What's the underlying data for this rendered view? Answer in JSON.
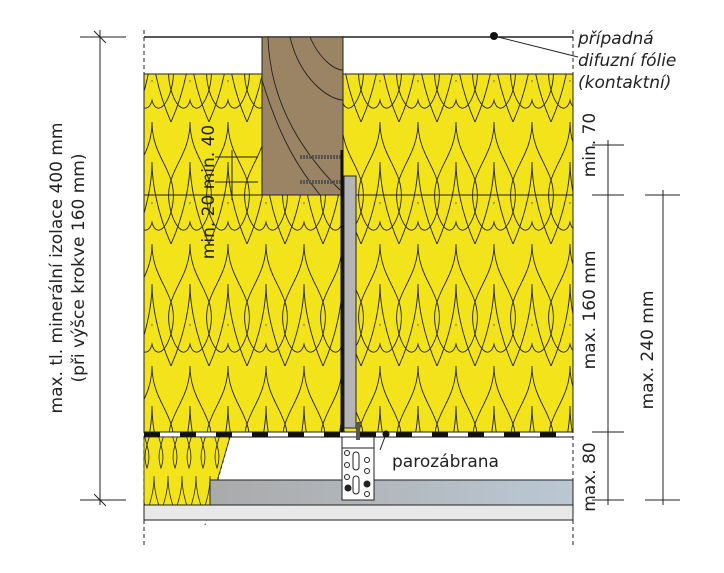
{
  "labels": {
    "foil": [
      "případná",
      "difuzní fólie",
      "(kontaktní)"
    ],
    "vapor_barrier": "parozábrana",
    "left_dim": [
      "max. tl. minerální izolace 400 mm",
      "(při výšce krokve 160 mm)"
    ],
    "min20_40": "min. 20 min. 40",
    "min70": "min. 70",
    "max160": "max. 160 mm",
    "max80": "max. 80",
    "max240": "max. 240 mm"
  },
  "colors": {
    "insulation": "#f2e31b",
    "rafter": "#9a8463",
    "board": "#b8c3cc"
  }
}
